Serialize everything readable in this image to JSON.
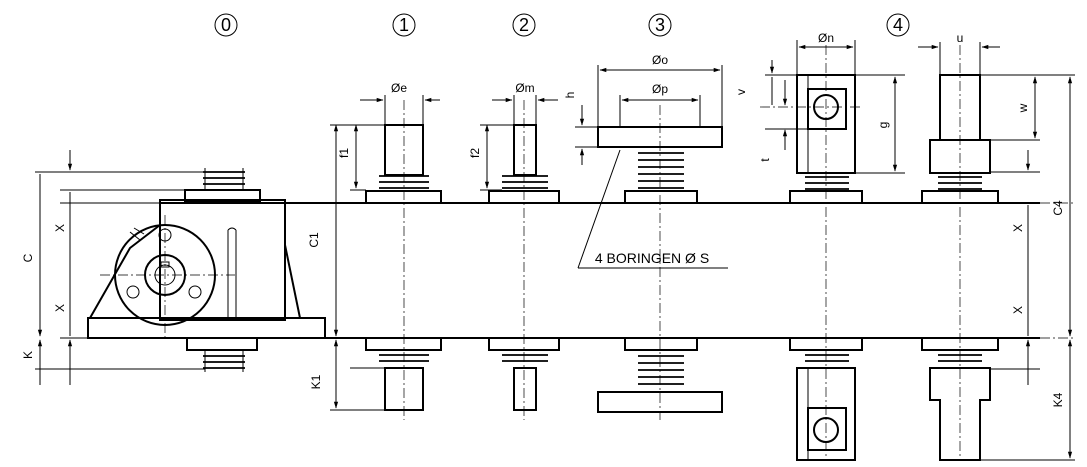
{
  "variants": [
    "0",
    "1",
    "2",
    "3",
    "4"
  ],
  "dimensions": {
    "C": "C",
    "X": "X",
    "K": "K",
    "C1": "C1",
    "K1": "K1",
    "f1": "f1",
    "f2": "f2",
    "e": "Øe",
    "m": "Øm",
    "o": "Øo",
    "p": "Øp",
    "h": "h",
    "n": "Øn",
    "v": "v",
    "t": "t",
    "g": "g",
    "u": "u",
    "w": "w",
    "C4": "C4",
    "K4": "K4"
  },
  "note": "4 BORINGEN Ø S"
}
